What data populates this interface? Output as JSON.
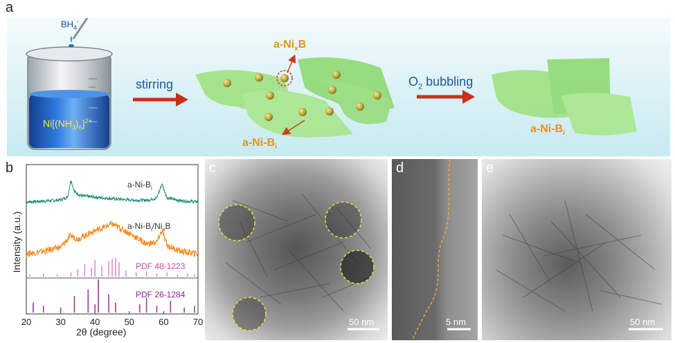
{
  "panel_labels": {
    "a": "a",
    "b": "b",
    "c": "c",
    "d": "d",
    "e": "e"
  },
  "panel_a": {
    "reagent": "BH",
    "reagent_sub": "4",
    "reagent_sup": "-",
    "beaker_label_prefix": "Ni[(NH",
    "beaker_label_sub1": "3",
    "beaker_label_mid": ")",
    "beaker_label_sub2": "6",
    "beaker_label_suffix": "]",
    "beaker_label_sup": "2+",
    "step1": "stirring",
    "step2_prefix": "O",
    "step2_sub": "2",
    "step2_suffix": " bubbling",
    "particle_label_prefix": "a-Ni",
    "particle_label_sub": "x",
    "particle_label_suffix": "B",
    "sheet_label_prefix": "a-Ni-B",
    "sheet_label_sub": "i",
    "product_label_prefix": "a-Ni-B",
    "product_label_sub": "i"
  },
  "panel_b": {
    "ylabel": "Intensity (a.u.)",
    "xlabel": "2θ (degree)",
    "xticks": [
      "20",
      "30",
      "40",
      "50",
      "60",
      "70"
    ],
    "curve1_label_prefix": "a-Ni-B",
    "curve1_label_sub": "i",
    "curve2_label_prefix": "a-Ni-B",
    "curve2_label_sub1": "i",
    "curve2_label_mid": "/Ni",
    "curve2_label_sub2": "x",
    "curve2_label_suffix": "B",
    "ref1_label": "PDF 48-1223",
    "ref2_label": "PDF 26-1284",
    "colors": {
      "curve1": "#1e8f7a",
      "curve2": "#f28a1e",
      "ref1": "#d98fd0",
      "ref2": "#9b3a9b"
    }
  },
  "chart_data": {
    "type": "line",
    "xlabel": "2θ (degree)",
    "ylabel": "Intensity (a.u.)",
    "xlim": [
      20,
      70
    ],
    "series": [
      {
        "name": "a-Ni-Bi",
        "x": [
          20,
          25,
          30,
          32,
          33,
          34,
          36,
          40,
          45,
          50,
          55,
          58,
          59.5,
          61,
          65,
          70
        ],
        "y": [
          1.0,
          1.02,
          1.05,
          1.12,
          1.55,
          1.25,
          1.15,
          1.12,
          1.08,
          1.05,
          1.04,
          1.1,
          1.45,
          1.1,
          1.03,
          1.0
        ]
      },
      {
        "name": "a-Ni-Bi/NixB",
        "x": [
          20,
          25,
          30,
          33,
          35,
          40,
          45,
          50,
          55,
          58,
          59.5,
          61,
          65,
          70
        ],
        "y": [
          0.3,
          0.33,
          0.38,
          0.52,
          0.48,
          0.58,
          0.66,
          0.55,
          0.42,
          0.44,
          0.58,
          0.4,
          0.33,
          0.3
        ]
      }
    ],
    "references": [
      {
        "name": "PDF 48-1223",
        "x": [
          21,
          25,
          29,
          33,
          35,
          37,
          39,
          40,
          42,
          44,
          45,
          46,
          47,
          49,
          52,
          55,
          58,
          61,
          64,
          67,
          69
        ],
        "y": [
          0.1,
          0.15,
          0.1,
          0.2,
          0.35,
          0.6,
          0.45,
          0.8,
          0.5,
          0.75,
          0.85,
          0.9,
          0.7,
          0.3,
          0.2,
          0.25,
          0.15,
          0.2,
          0.1,
          0.15,
          0.1
        ]
      },
      {
        "name": "PDF 26-1284",
        "x": [
          22,
          25,
          30,
          34,
          38,
          40,
          41,
          44,
          46,
          53,
          55,
          58,
          62,
          66,
          69
        ],
        "y": [
          0.3,
          0.2,
          0.15,
          0.5,
          0.7,
          0.25,
          1.0,
          0.55,
          0.3,
          0.25,
          0.45,
          0.2,
          0.35,
          0.15,
          0.2
        ]
      }
    ]
  },
  "panel_c": {
    "scale": "50 nm"
  },
  "panel_d": {
    "scale": "5 nm"
  },
  "panel_e": {
    "scale": "50 nm"
  }
}
